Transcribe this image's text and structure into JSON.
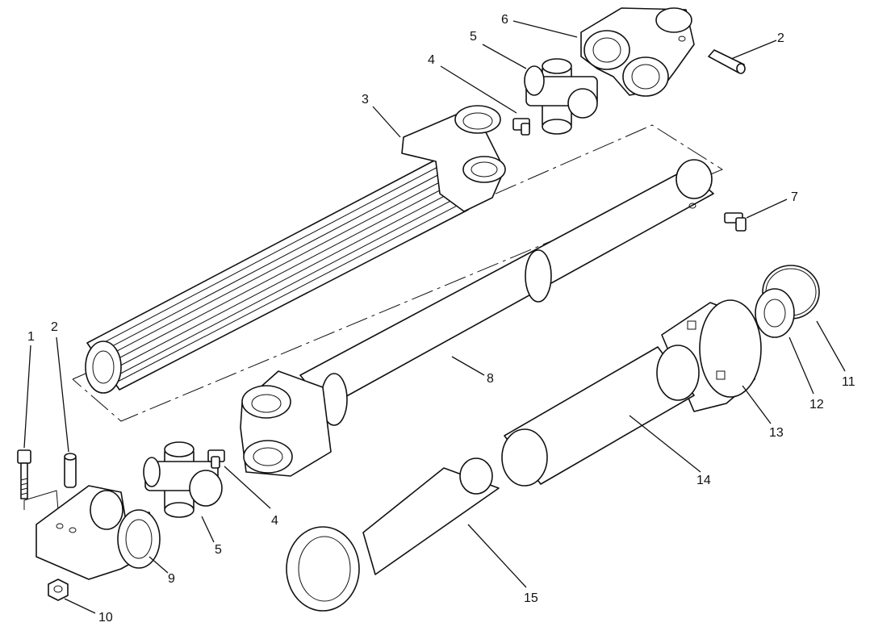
{
  "diagram": {
    "callouts": [
      {
        "id": "c1",
        "label": "1"
      },
      {
        "id": "c2a",
        "label": "2"
      },
      {
        "id": "c2b",
        "label": "2"
      },
      {
        "id": "c3",
        "label": "3"
      },
      {
        "id": "c4a",
        "label": "4"
      },
      {
        "id": "c4b",
        "label": "4"
      },
      {
        "id": "c5a",
        "label": "5"
      },
      {
        "id": "c5b",
        "label": "5"
      },
      {
        "id": "c6",
        "label": "6"
      },
      {
        "id": "c7",
        "label": "7"
      },
      {
        "id": "c8",
        "label": "8"
      },
      {
        "id": "c9",
        "label": "9"
      },
      {
        "id": "c10",
        "label": "10"
      },
      {
        "id": "c11",
        "label": "11"
      },
      {
        "id": "c12",
        "label": "12"
      },
      {
        "id": "c13",
        "label": "13"
      },
      {
        "id": "c14",
        "label": "14"
      },
      {
        "id": "c15",
        "label": "15"
      }
    ]
  }
}
